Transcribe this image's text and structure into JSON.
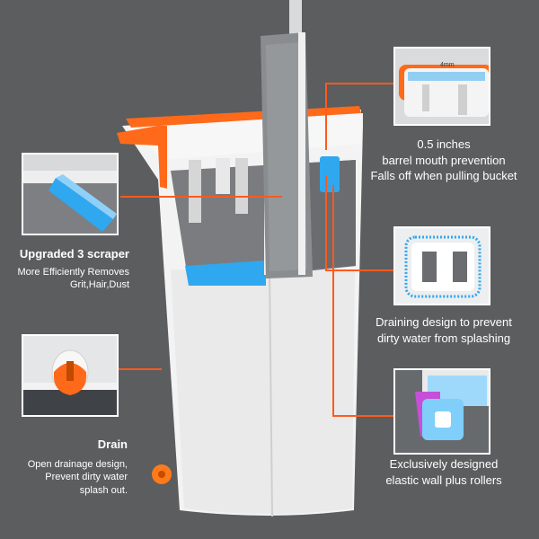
{
  "colors": {
    "background": "#5b5d5f",
    "accent_orange": "#ff6a1a",
    "callout_line": "#ff5a1f",
    "bucket_white": "#f4f4f4",
    "scraper_blue": "#2fa8f0"
  },
  "callouts": {
    "prevention": {
      "inset_label": "4mm",
      "line1": "0.5 inches",
      "line2": "barrel mouth prevention",
      "line3": "Falls off when pulling bucket"
    },
    "scraper": {
      "title": "Upgraded 3 scraper",
      "line1": "More Efficiently Removes",
      "line2": "Grit,Hair,Dust"
    },
    "draining": {
      "line1": "Draining design to prevent",
      "line2": "dirty water from splashing"
    },
    "drain": {
      "title": "Drain",
      "line1": "Open drainage design,",
      "line2": "Prevent dirty water",
      "line3": "splash out."
    },
    "rollers": {
      "line1": "Exclusively designed",
      "line2": "elastic wall plus rollers"
    }
  }
}
